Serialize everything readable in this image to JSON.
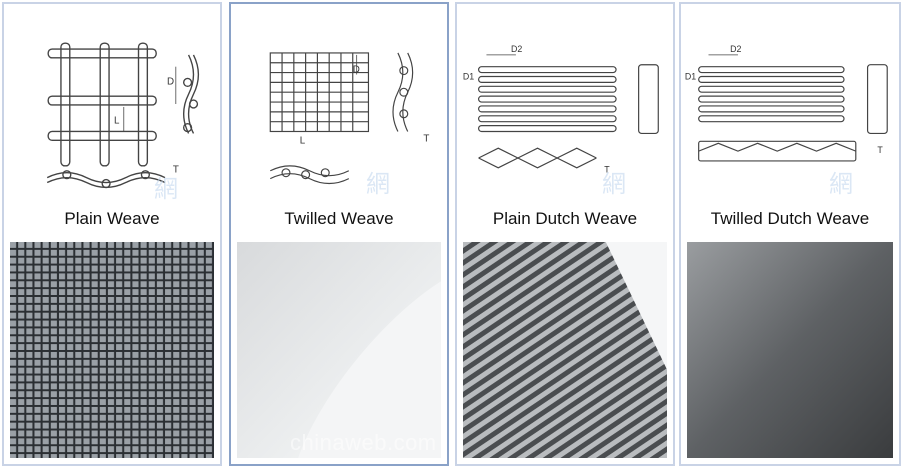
{
  "panels": [
    {
      "title": "Plain Weave",
      "labels": {
        "d": "D",
        "l": "L",
        "t": "T"
      }
    },
    {
      "title": "Twilled Weave",
      "labels": {
        "d": "D",
        "l": "L",
        "t": "T"
      }
    },
    {
      "title": "Plain Dutch Weave",
      "labels": {
        "d1": "D1",
        "d2": "D2",
        "t": "T"
      }
    },
    {
      "title": "Twilled Dutch Weave",
      "labels": {
        "d1": "D1",
        "d2": "D2",
        "t": "T"
      }
    }
  ],
  "watermark_glyph": "網",
  "footer_watermark": "chinaweb.com"
}
